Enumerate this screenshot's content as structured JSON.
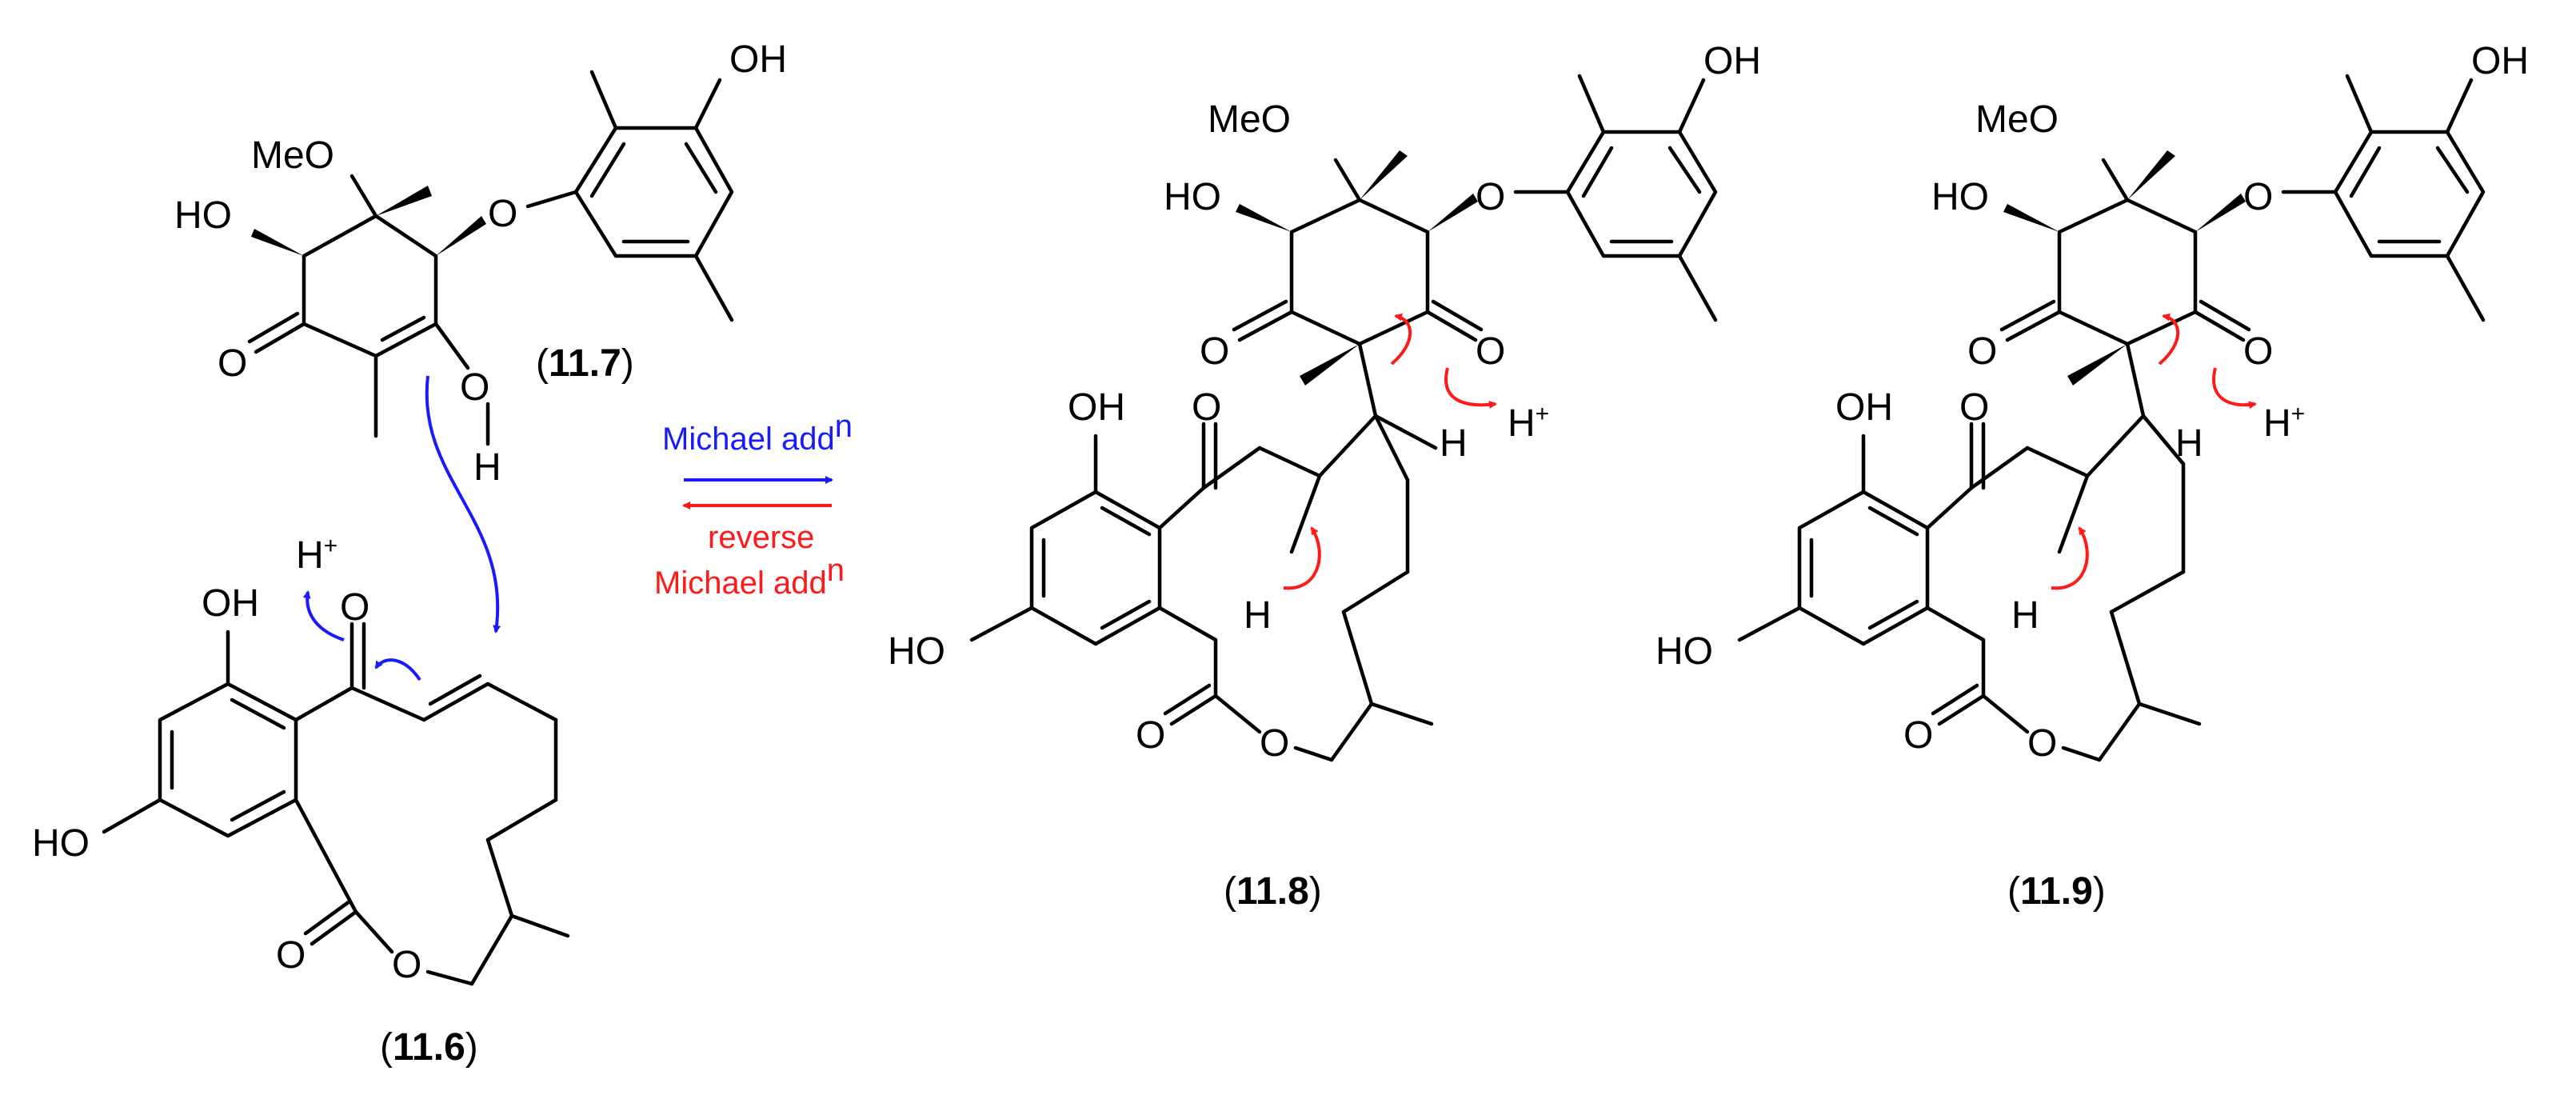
{
  "compounds": {
    "c11_6": {
      "label": "11.6"
    },
    "c11_7": {
      "label": "11.7"
    },
    "c11_8": {
      "label": "11.8"
    },
    "c11_9": {
      "label": "11.9"
    }
  },
  "atom_labels": {
    "oh": "OH",
    "ho": "HO",
    "meo": "MeO",
    "o": "O",
    "h": "H",
    "h_plus": "H",
    "plus": "+"
  },
  "arrows": {
    "forward_label": "Michael add",
    "forward_sup": "n",
    "reverse_label_1": "reverse",
    "reverse_label_2": "Michael add",
    "reverse_sup": "n",
    "forward_color": "#1a1aff",
    "reverse_color": "#ff1a1a"
  }
}
